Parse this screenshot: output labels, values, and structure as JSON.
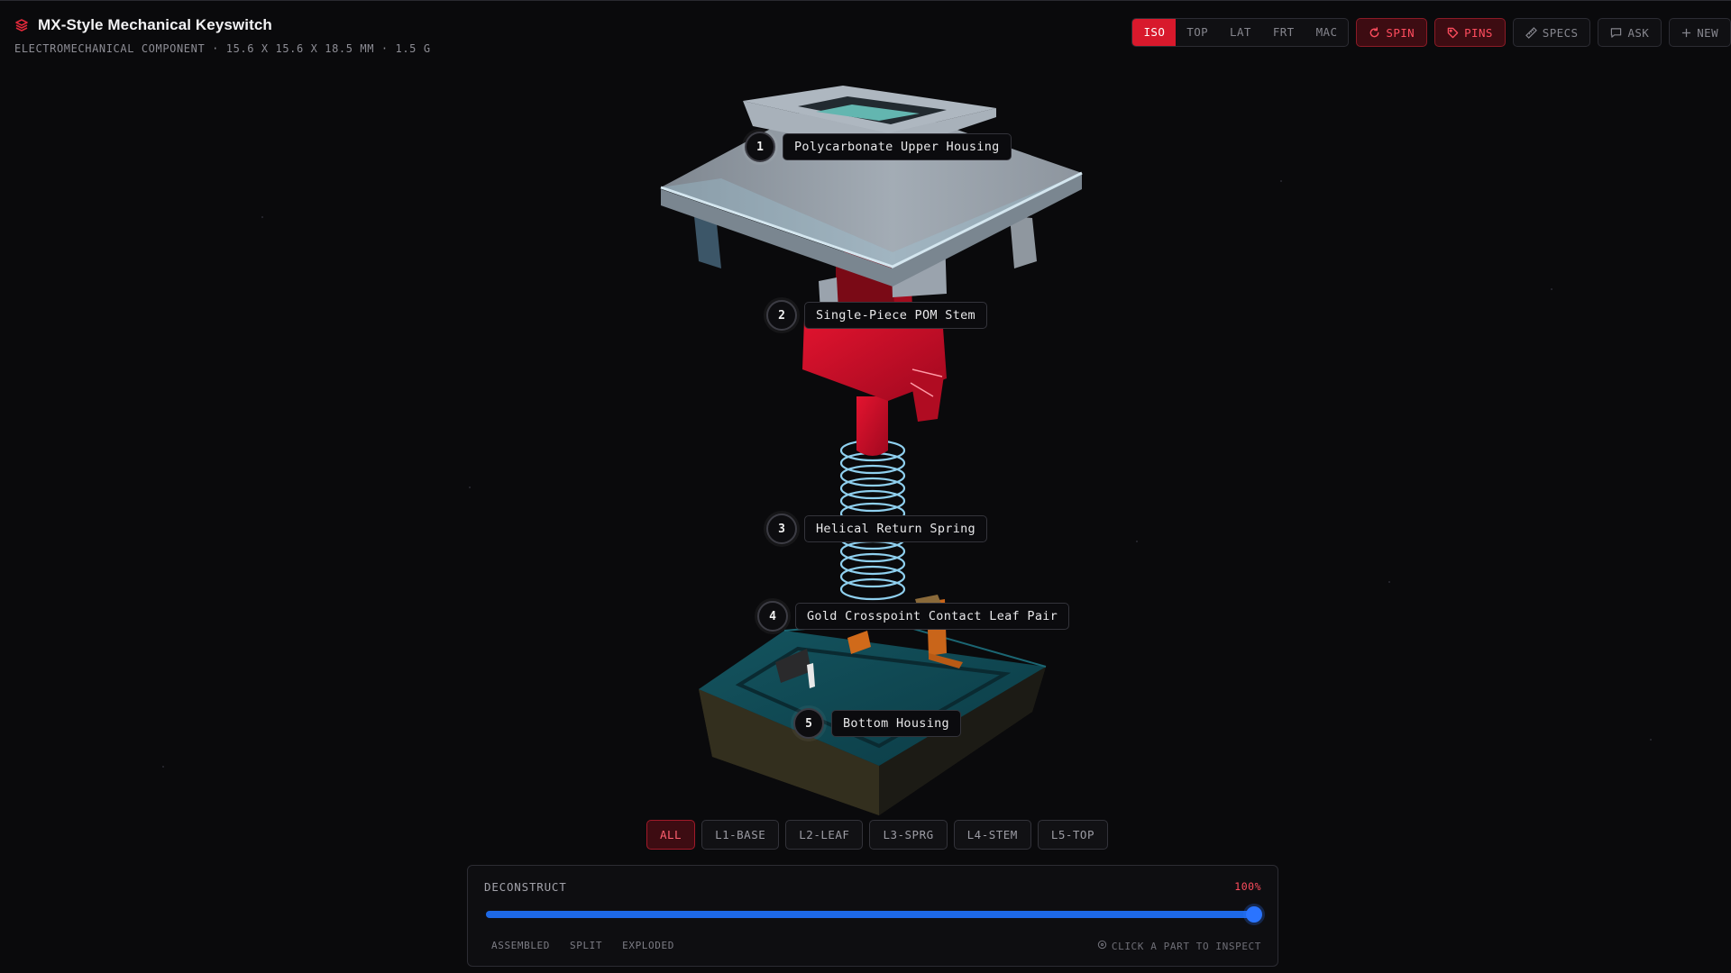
{
  "header": {
    "title": "MX-Style Mechanical Keyswitch",
    "subtitle": "ELECTROMECHANICAL COMPONENT · 15.6 X 15.6 X 18.5 MM · 1.5 G"
  },
  "toolbar": {
    "views": [
      "ISO",
      "TOP",
      "LAT",
      "FRT",
      "MAC"
    ],
    "active_view": "ISO",
    "spin_label": "SPIN",
    "pins_label": "PINS",
    "specs_label": "SPECS",
    "ask_label": "ASK",
    "new_label": "NEW"
  },
  "parts": [
    {
      "num": "1",
      "label": "Polycarbonate Upper Housing"
    },
    {
      "num": "2",
      "label": "Single-Piece POM Stem"
    },
    {
      "num": "3",
      "label": "Helical Return Spring"
    },
    {
      "num": "4",
      "label": "Gold Crosspoint Contact Leaf Pair"
    },
    {
      "num": "5",
      "label": "Bottom Housing"
    }
  ],
  "layers": {
    "items": [
      "ALL",
      "L1-BASE",
      "L2-LEAF",
      "L3-SPRG",
      "L4-STEM",
      "L5-TOP"
    ],
    "active": "ALL"
  },
  "deconstruct": {
    "title": "DECONSTRUCT",
    "value_label": "100%",
    "value": 1.0,
    "presets": [
      "ASSEMBLED",
      "SPLIT",
      "EXPLODED"
    ],
    "hint": "CLICK A PART TO INSPECT"
  },
  "colors": {
    "accent_red": "#d8192c",
    "slider_blue": "#1d68e6",
    "stem_red": "#d0102a",
    "housing_grey": "#9aa3ad",
    "base_teal": "#0f4b57",
    "spring_blue": "#7fc7e8",
    "contact_orange": "#d06a1a"
  }
}
